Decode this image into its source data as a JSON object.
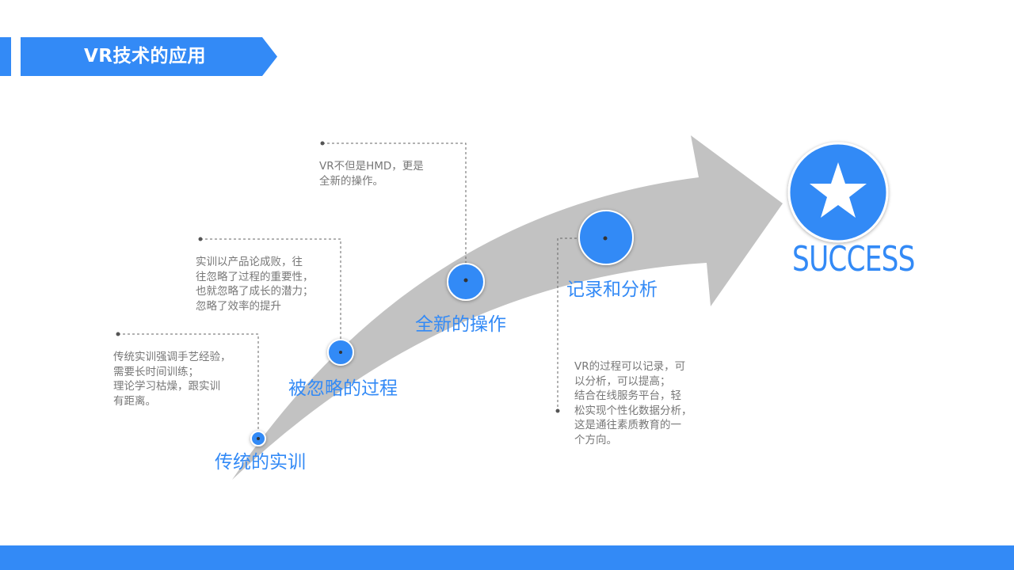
{
  "header": {
    "title": "VR技术的应用"
  },
  "stages": [
    {
      "label": "传统的实训",
      "description": "传统实训强调手艺经验，\n需要长时间训练；\n理论学习枯燥，跟实训\n有距离。"
    },
    {
      "label": "被忽略的过程",
      "description": "实训以产品论成败，往\n往忽略了过程的重要性，\n也就忽略了成长的潜力；\n忽略了效率的提升"
    },
    {
      "label": "全新的操作",
      "description": "VR不但是HMD，更是\n全新的操作。"
    },
    {
      "label": "记录和分析",
      "description": "VR的过程可以记录，可\n以分析，可以提高；\n结合在线服务平台，轻\n松实现个性化数据分析，\n这是通往素质教育的一\n个方向。"
    }
  ],
  "goal": {
    "label": "SUCCESS",
    "icon": "star-icon"
  },
  "colors": {
    "accent": "#338af6",
    "arrow": "#c2c2c2",
    "text": "#777777"
  }
}
